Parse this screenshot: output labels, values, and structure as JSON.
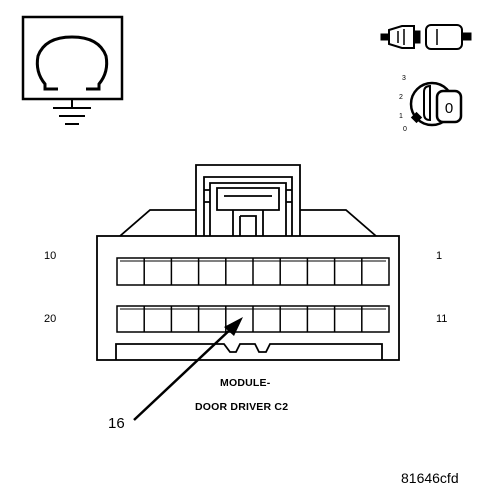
{
  "connector": {
    "pin_labels": {
      "top_left": "10",
      "top_right": "1",
      "bottom_left": "20",
      "bottom_right": "11"
    },
    "name_line1": "MODULE-",
    "name_line2": "DOOR DRIVER C2",
    "callout_pin": "16",
    "cavities_per_row": 10,
    "rows": 2
  },
  "icons": {
    "ohm_ground": "ohmmeter-ground-icon",
    "disconnect": "connector-disconnect-icon",
    "ignition": "ignition-key-icon",
    "ignition_positions": [
      "3",
      "2",
      "1",
      "0"
    ],
    "ignition_key_value": "0"
  },
  "figure_id": "81646cfd"
}
